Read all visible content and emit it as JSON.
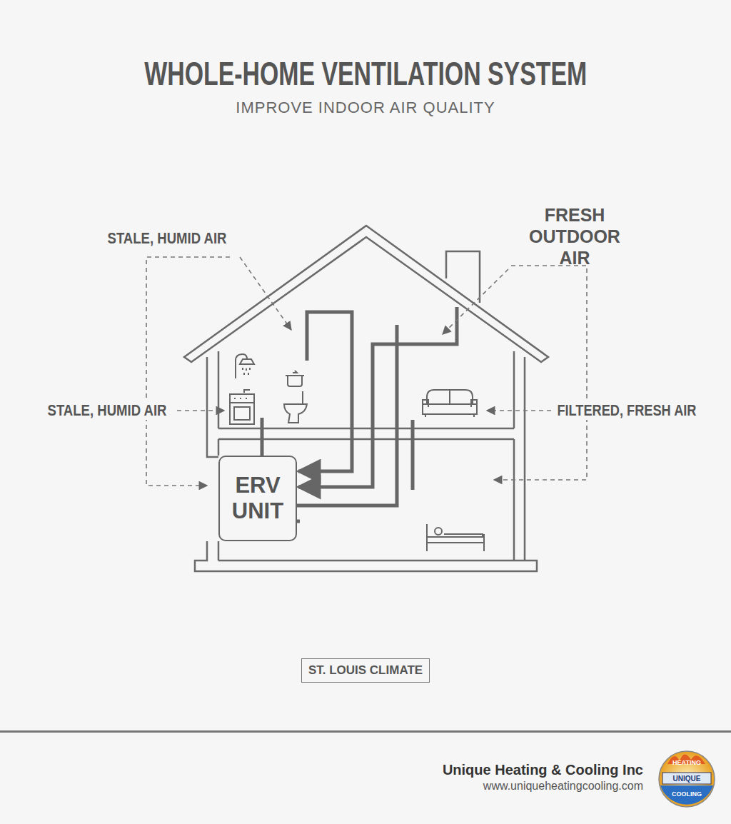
{
  "diagram": {
    "title": "WHOLE-HOME VENTILATION SYSTEM",
    "caption": "IMPROVE INDOOR AIR QUALITY",
    "nodes": [
      {
        "text": [
          "ERV UNIT"
        ]
      },
      {
        "text": [
          "ST. LOUIS CLIMATE"
        ]
      }
    ],
    "labels": [
      "STALE, HUMID AIR",
      "STALE, HUMID AIR",
      "FRESH OUTDOOR AIR",
      "FILTERED, FRESH AIR",
      "Unique Heating & Cooling Inc",
      "www.uniqueheatingcooling.com",
      "HEATING",
      "UNIQUE",
      "COOLING"
    ]
  }
}
